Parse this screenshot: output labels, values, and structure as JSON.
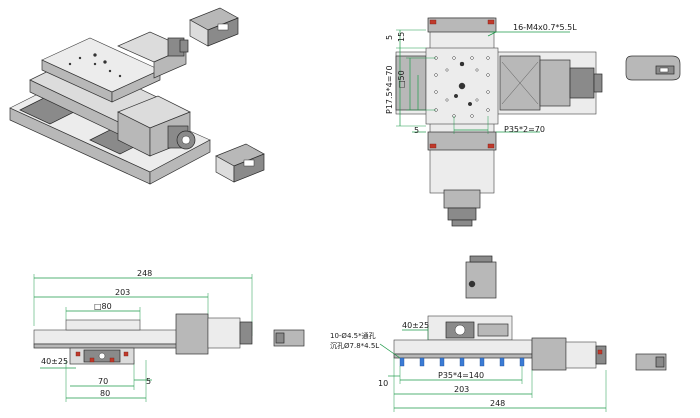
{
  "top_view": {
    "label_mounting_holes": "16-M4x0.7*5.5L",
    "label_pitch_vertical": "P17.5*4=70",
    "label_pitch_horizontal": "P35*2=70",
    "label_square": "□50",
    "label_5_top": "5",
    "label_15": "15",
    "label_5_bottom": "5"
  },
  "front_view": {
    "label_overall": "248",
    "label_base": "203",
    "label_table": "□80",
    "label_offset": "40±25",
    "label_70": "70",
    "label_80": "80",
    "label_5": "5"
  },
  "side_view": {
    "label_holes_line1": "10-Ø4.5*通孔",
    "label_holes_line2": "沉孔Ø7.8*4.5L",
    "label_offset": "40±25",
    "label_10": "10",
    "label_pitch": "P35*4=140",
    "label_base": "203",
    "label_overall": "248"
  },
  "colors": {
    "dimension_line": "#1e9a4a",
    "part_fill": "#dcdcdc",
    "outline": "#3a3a3a"
  }
}
